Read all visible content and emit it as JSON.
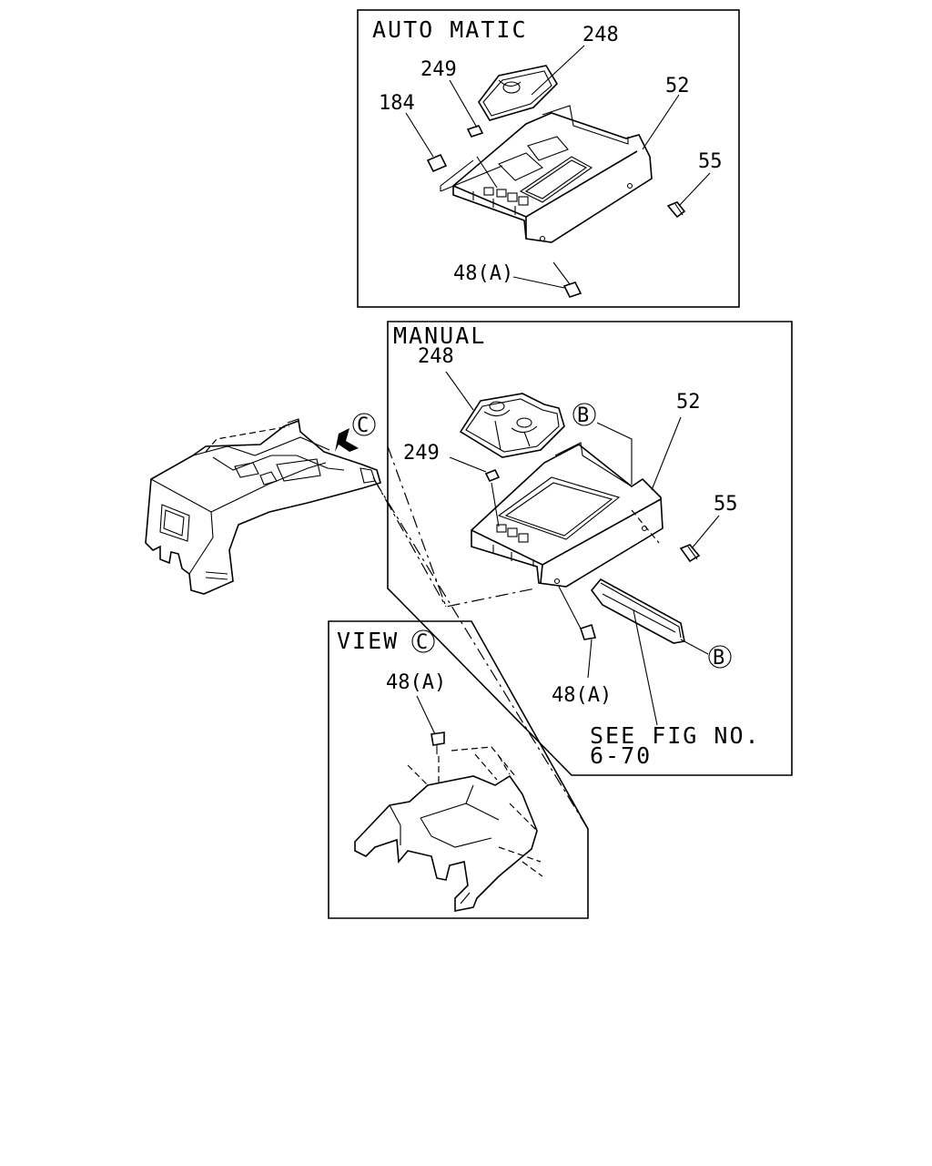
{
  "panels": {
    "automatic": {
      "title": "AUTO MATIC",
      "labels": {
        "p248": "248",
        "p249": "249",
        "p184": "184",
        "p52": "52",
        "p55": "55",
        "p48a": "48(A)"
      }
    },
    "manual": {
      "title": "MANUAL",
      "labels": {
        "p248": "248",
        "p52": "52",
        "p249": "249",
        "p55": "55",
        "p48a": "48(A)",
        "b_top": "B",
        "b_bottom": "B"
      },
      "see_fig_line1": "SEE FIG NO.",
      "see_fig_line2": "6-70"
    },
    "view_c": {
      "title": "VIEW",
      "circle": "C",
      "labels": {
        "p48a": "48(A)"
      }
    }
  },
  "main": {
    "arrow_ref": "C"
  }
}
